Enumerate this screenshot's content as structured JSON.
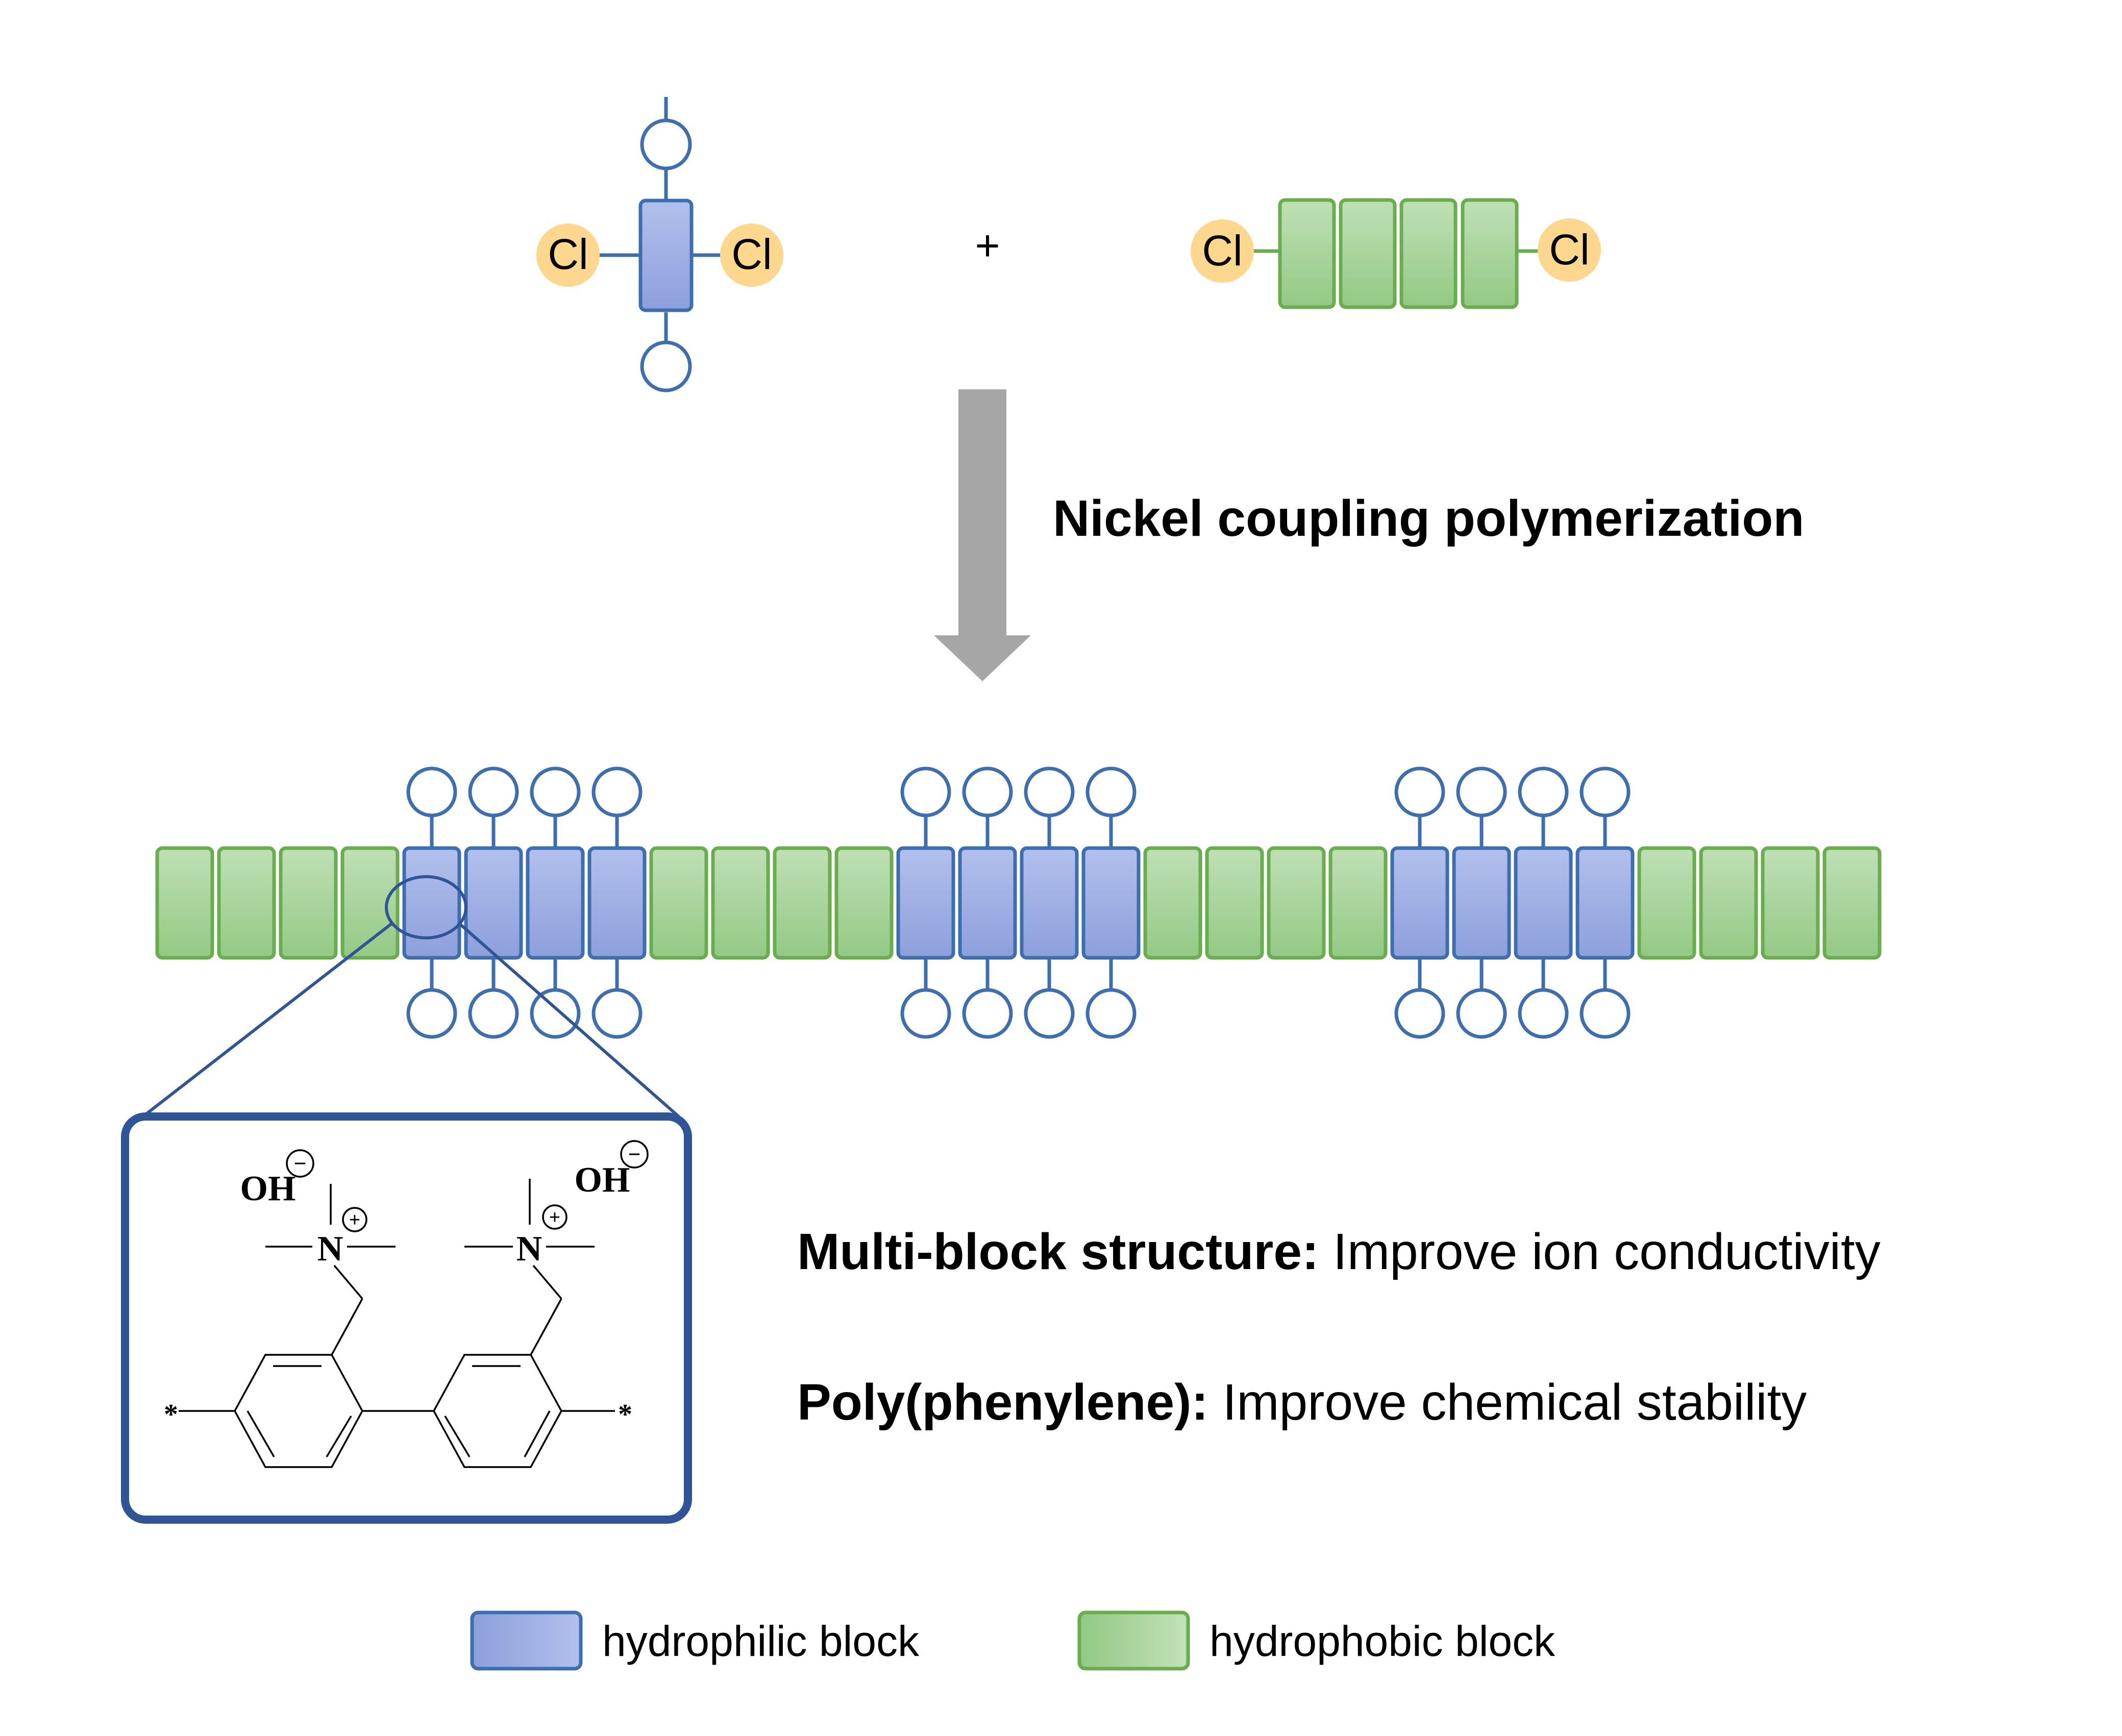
{
  "monomers": {
    "chlorine_label": "Cl",
    "plus_sign": "+"
  },
  "reaction": {
    "label": "Nickel coupling polymerization"
  },
  "inset": {
    "hydroxide_label": "OH",
    "nitrogen_label": "N",
    "positive_charge": "+",
    "negative_charge": "−",
    "end_group": "*"
  },
  "features": [
    {
      "title": "Multi-block structure:",
      "text": " Improve ion conductivity"
    },
    {
      "title": "Poly(phenylene):",
      "text": " Improve chemical stability"
    }
  ],
  "legend": [
    {
      "label": "hydrophilic block",
      "type": "hydrophilic"
    },
    {
      "label": "hydrophobic block",
      "type": "hydrophobic"
    }
  ],
  "polymer": {
    "block_sequence": [
      "phobic",
      "phobic",
      "phobic",
      "phobic",
      "philic",
      "philic",
      "philic",
      "philic",
      "phobic",
      "phobic",
      "phobic",
      "phobic",
      "philic",
      "philic",
      "philic",
      "philic",
      "phobic",
      "phobic",
      "phobic",
      "phobic",
      "philic",
      "philic",
      "philic",
      "philic",
      "phobic",
      "phobic",
      "phobic",
      "phobic"
    ]
  },
  "colors": {
    "hydrophilic_fill_top": "#a9b8e8",
    "hydrophilic_fill_bottom": "#8d9fdc",
    "hydrophilic_stroke": "#3d6fb0",
    "hydrophobic_fill_top": "#b9ddb0",
    "hydrophobic_fill_bottom": "#96ca87",
    "hydrophobic_stroke": "#6aad4f",
    "chlorine_fill": "#fdd78d",
    "arrow": "#a6a6a6",
    "inset_border": "#2f5597",
    "text": "#000000"
  }
}
